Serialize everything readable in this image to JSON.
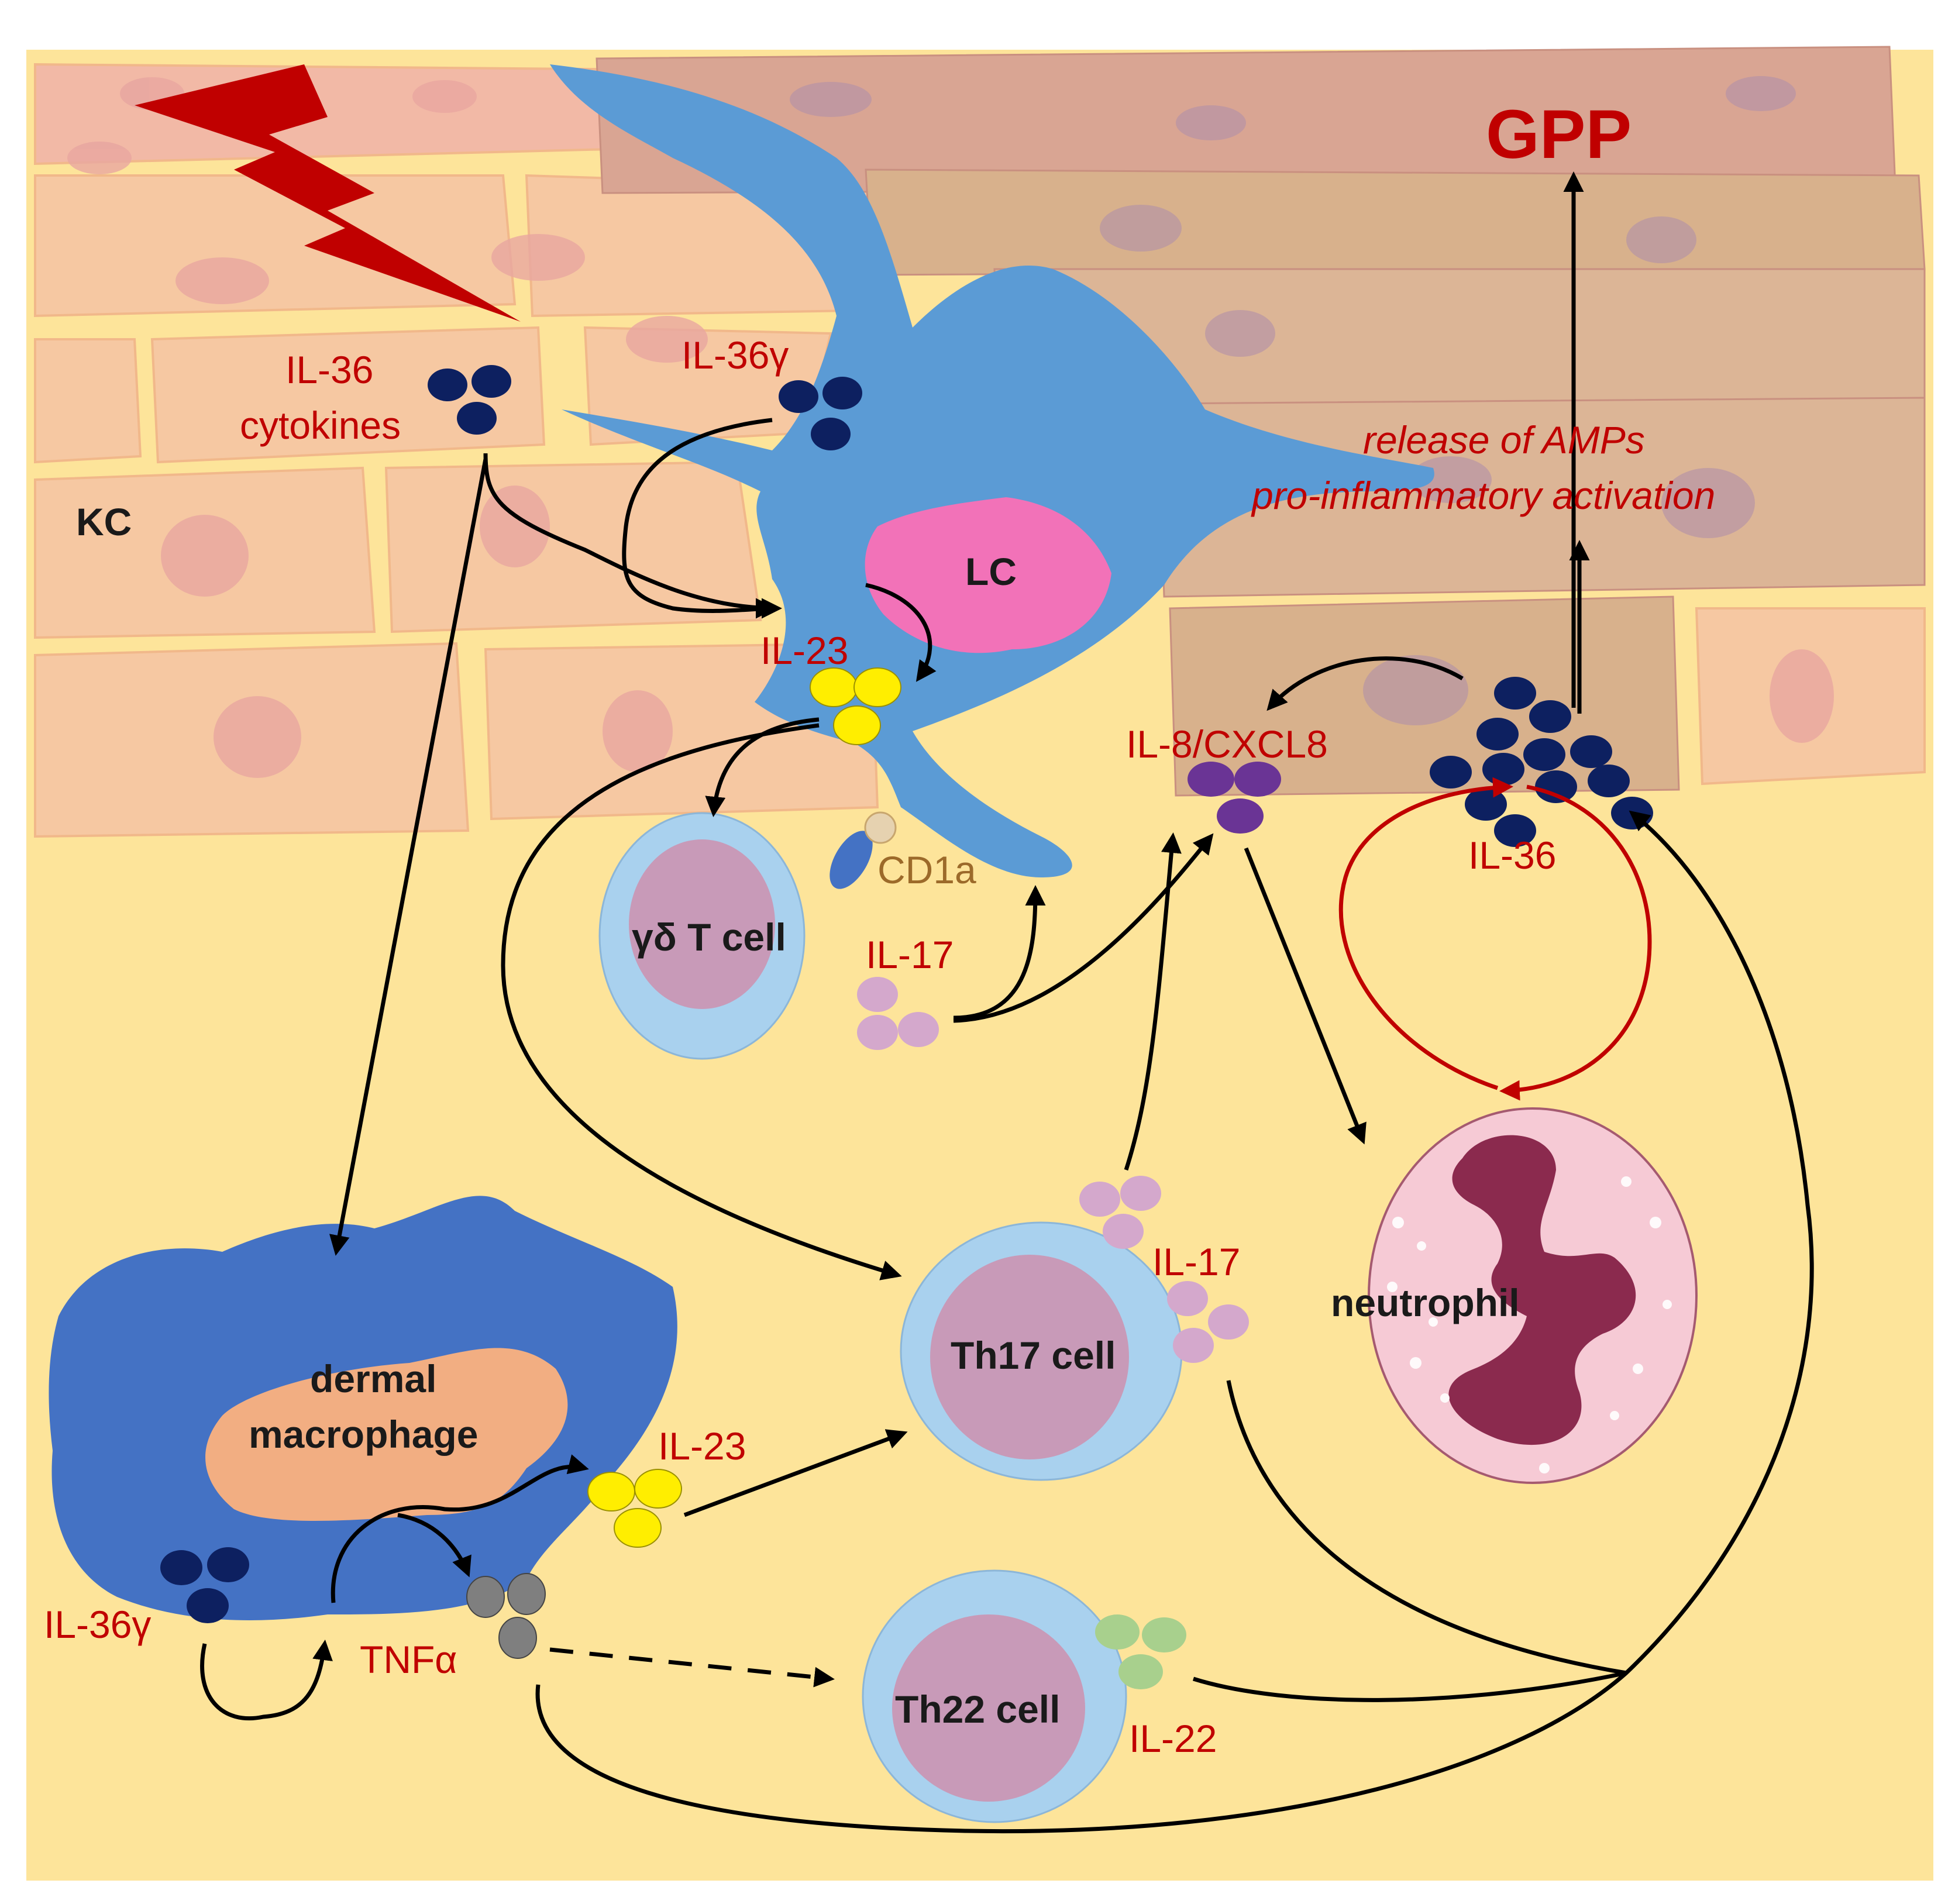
{
  "colors": {
    "background": "#fde49a",
    "keratinocyte": "#f6c8a2",
    "upper_layer": "#d9a593",
    "lc_body": "#5b9bd5",
    "lc_nucleus": "#f272b8",
    "macrophage": "#4472c4",
    "macrophage_nucleus": "#f2ae82",
    "t_cell_outer": "#a9d1ee",
    "t_cell_inner": "#c89ab8",
    "neutrophil": "#f6cad5",
    "neutrophil_nucleus": "#8b2a4e",
    "il36": "#0d2060",
    "il23": "#ffee00",
    "il17": "#d4a8cc",
    "il8": "#6a3495",
    "tnfa": "#7f7f7f",
    "il22": "#a8d08d",
    "label_red": "#c00000",
    "bolt": "#c00000"
  },
  "labels": {
    "gpp": "GPP",
    "kc": "KC",
    "lc": "LC",
    "il36_cytokines_line1": "IL-36",
    "il36_cytokines_line2": "cytokines",
    "il36_gamma_top": "IL-36γ",
    "il23_top": "IL-23",
    "cd1a": "CD1a",
    "gd_t_cell": "γδ T cell",
    "il17_top": "IL-17",
    "il8": "IL-8/CXCL8",
    "il36_right": "IL-36",
    "amps_line1": "release of AMPs",
    "amps_line2": "pro-inflammatory activation",
    "neutrophil": "neutrophil",
    "th17_cell": "Th17 cell",
    "il17_mid": "IL-17",
    "dermal_line1": "dermal",
    "dermal_line2": "macrophage",
    "il23_bottom": "IL-23",
    "il36_gamma_bottom": "IL-36γ",
    "tnfa": "TNFα",
    "th22_cell": "Th22 cell",
    "il22": "IL-22"
  }
}
